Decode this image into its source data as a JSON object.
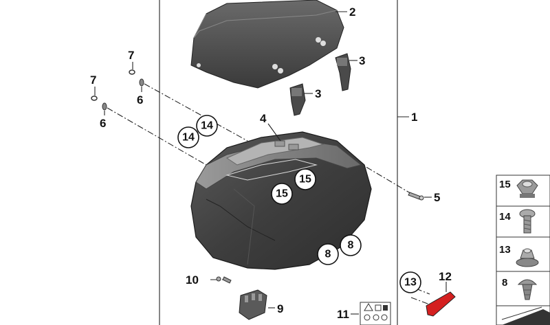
{
  "labels": {
    "cover": "2",
    "clip_right": "3",
    "clip_left": "3",
    "lid_part": "4",
    "screw": "5",
    "washer_top": "6",
    "washer_bottom": "6",
    "oring_top": "7",
    "oring_bottom": "7",
    "case": "1",
    "sticker_a": "8",
    "sticker_b": "8",
    "latch": "9",
    "screw_small": "10",
    "label_plate": "11",
    "reflector": "12",
    "nut_reflector": "13",
    "bolt_a": "14",
    "bolt_b": "14",
    "nut_a": "15",
    "nut_b": "15"
  },
  "legend": [
    {
      "num": "15",
      "icon": "hex-nut-icon"
    },
    {
      "num": "14",
      "icon": "torx-bolt-icon"
    },
    {
      "num": "13",
      "icon": "flange-nut-icon"
    },
    {
      "num": "8",
      "icon": "push-rivet-icon"
    }
  ],
  "colors": {
    "part_dark": "#3d3d3d",
    "part_mid": "#5a5a5a",
    "part_light": "#8a8a8a",
    "reflector": "#d42020",
    "line": "#222222"
  }
}
